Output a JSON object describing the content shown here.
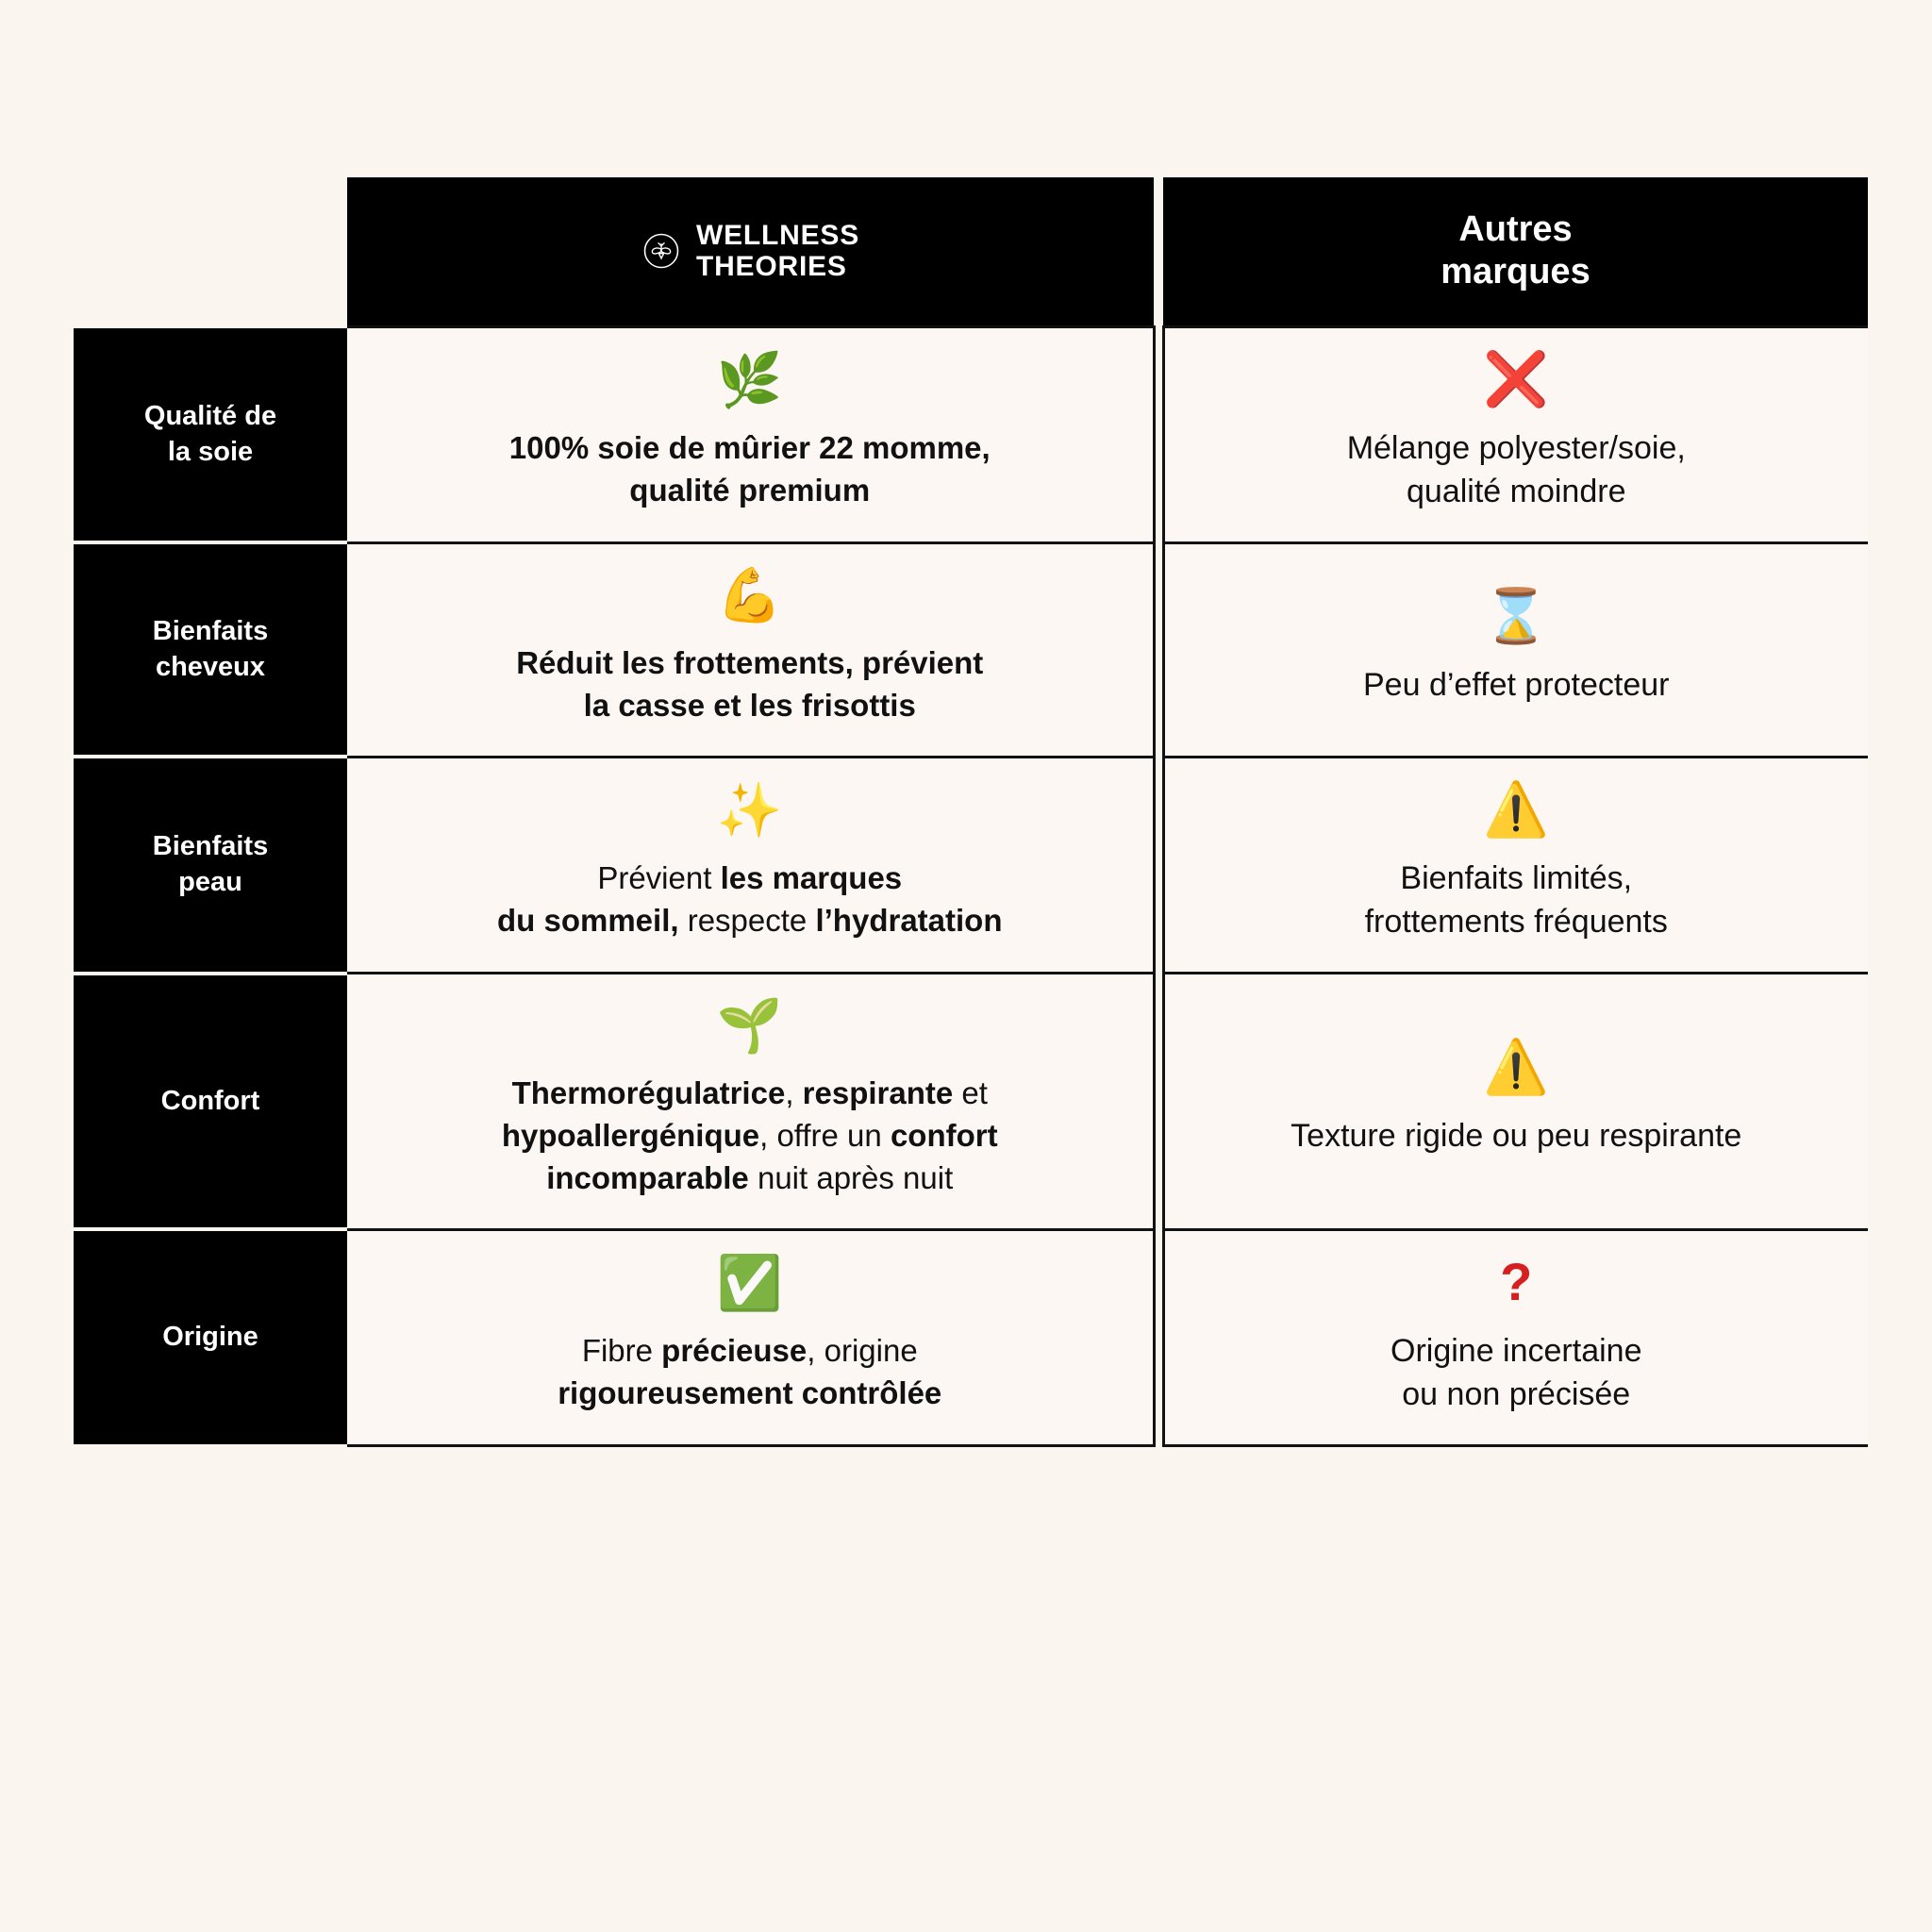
{
  "brand": {
    "logo_line1": "WELLNESS",
    "logo_line2": "THEORIES",
    "logo_icon": "bee-circle-logo",
    "accent_red": "#D61F1F",
    "accent_green": "#4CAF2A",
    "background": "#FBF5EF",
    "header_bg": "#000000"
  },
  "header": {
    "brand_column_label": "WELLNESS THEORIES",
    "other_column_line1": "Autres",
    "other_column_line2": "marques"
  },
  "rows": [
    {
      "label_line1": "Qualité de",
      "label_line2": "la soie",
      "brand": {
        "icon": "herb-emoji",
        "icon_glyph": "🌿",
        "text_plain": "100% soie de mûrier 22 momme, qualité premium",
        "text_html": "100% soie de mûrier 22 momme,<br>qualité premium",
        "bold": true
      },
      "other": {
        "icon": "cross-mark-emoji",
        "icon_glyph": "❌",
        "text_plain": "Mélange polyester/soie, qualité moindre",
        "text_html": "Mélange polyester/soie,<br>qualité moindre",
        "bold": false
      }
    },
    {
      "label_line1": "Bienfaits",
      "label_line2": "cheveux",
      "brand": {
        "icon": "flexed-biceps-emoji",
        "icon_glyph": "💪",
        "text_plain": "Réduit les frottements, prévient la casse et les frisottis",
        "text_html": "Réduit les frottements, prévient<br>la casse et les frisottis",
        "bold": true
      },
      "other": {
        "icon": "hourglass-emoji",
        "icon_glyph": "⌛",
        "text_plain": "Peu d’effet protecteur",
        "text_html": "Peu d’effet protecteur",
        "bold": false
      }
    },
    {
      "label_line1": "Bienfaits",
      "label_line2": "peau",
      "brand": {
        "icon": "sparkles-emoji",
        "icon_glyph": "✨",
        "text_plain": "Prévient les marques du sommeil, respecte l’hydratation",
        "text_html": "Prévient <b>les marques</b><br><b>du sommeil,</b> respecte <b>l’hydratation</b>",
        "bold": false
      },
      "other": {
        "icon": "warning-emoji",
        "icon_glyph": "⚠️",
        "text_plain": "Bienfaits limités, frottements fréquents",
        "text_html": "Bienfaits limités,<br>frottements fréquents",
        "bold": false
      }
    },
    {
      "label_line1": "Confort",
      "label_line2": "",
      "brand": {
        "icon": "seedling-emoji",
        "icon_glyph": "🌱",
        "text_plain": "Thermorégulatrice, respirante et hypoallergénique, offre un confort incomparable nuit après nuit",
        "text_html": "<b>Thermorégulatrice</b>, <b>respirante</b> et<br><b>hypoallergénique</b>, offre un <b>confort</b><br><b>incomparable</b> nuit après nuit",
        "bold": false
      },
      "other": {
        "icon": "warning-emoji",
        "icon_glyph": "⚠️",
        "text_plain": "Texture rigide ou peu respirante",
        "text_html": "Texture rigide ou peu respirante",
        "bold": false
      }
    },
    {
      "label_line1": "Origine",
      "label_line2": "",
      "brand": {
        "icon": "check-mark-button-emoji",
        "icon_glyph": "✅",
        "text_plain": "Fibre précieuse, origine rigoureusement contrôlée",
        "text_html": "Fibre <b>précieuse</b>, origine<br><b>rigoureusement contrôlée</b>",
        "bold": false
      },
      "other": {
        "icon": "red-question-mark",
        "icon_glyph": "?",
        "text_plain": "Origine incertaine ou non précisée",
        "text_html": "Origine incertaine<br>ou non précisée",
        "bold": false
      }
    }
  ]
}
